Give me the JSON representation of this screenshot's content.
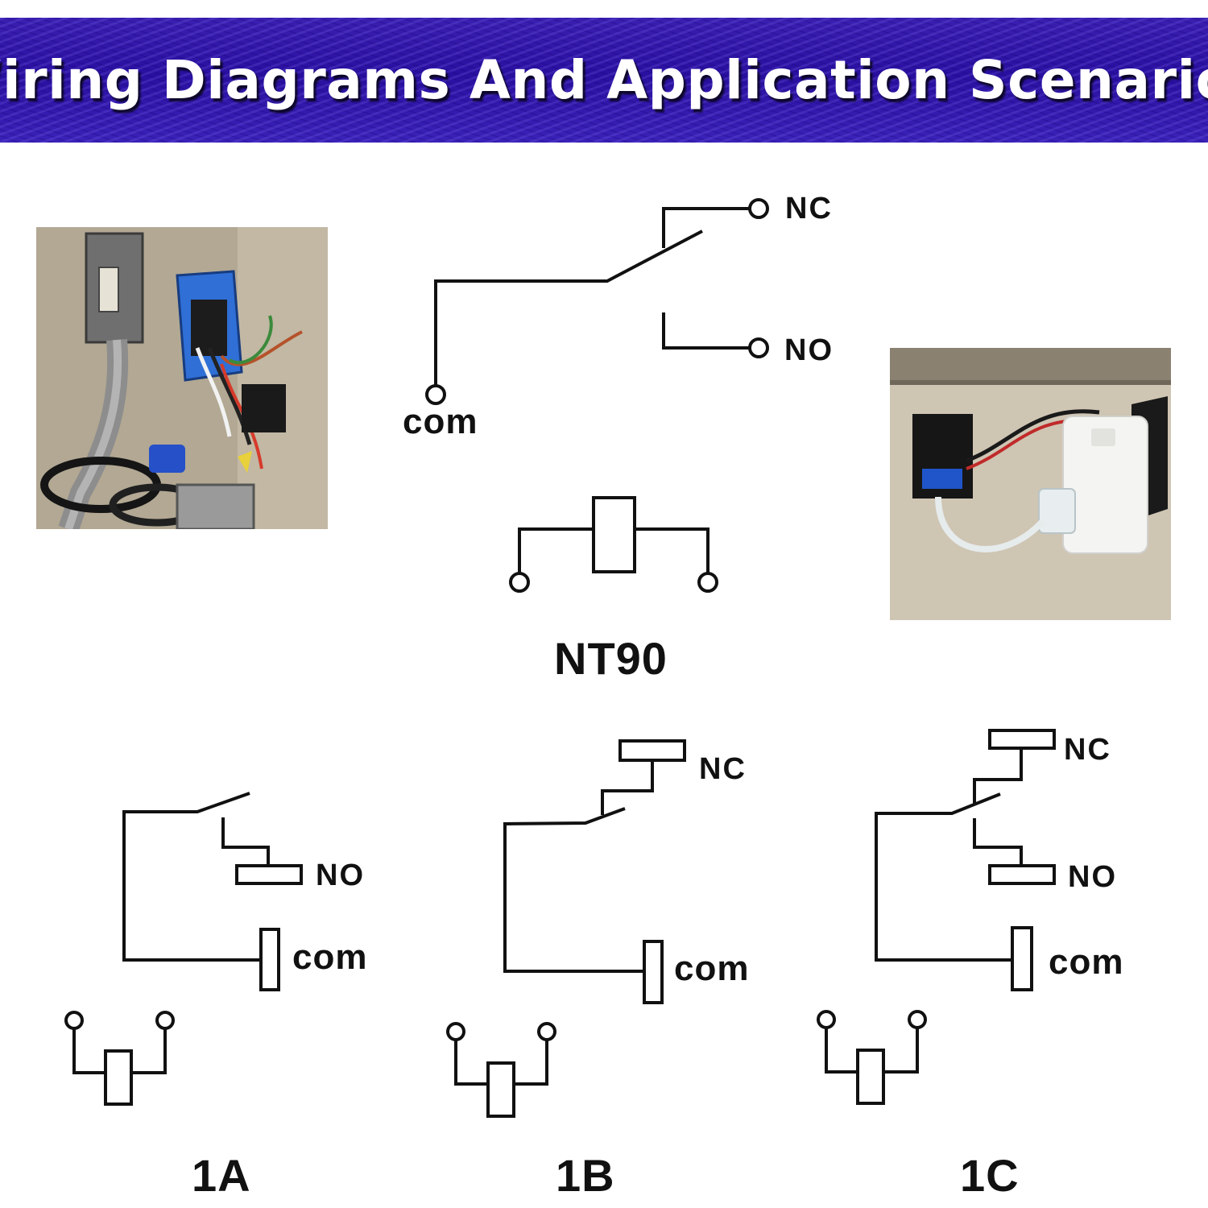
{
  "header": {
    "title": "Wiring Diagrams And Application Scenarios"
  },
  "nt90": {
    "nc_label": "NC",
    "no_label": "NO",
    "com_label": "com",
    "model_label": "NT90"
  },
  "type_1a": {
    "no_label": "NO",
    "com_label": "com",
    "model_label": "1A"
  },
  "type_1b": {
    "nc_label": "NC",
    "com_label": "com",
    "model_label": "1B"
  },
  "type_1c": {
    "nc_label": "NC",
    "no_label": "NO",
    "com_label": "com",
    "model_label": "1C"
  }
}
